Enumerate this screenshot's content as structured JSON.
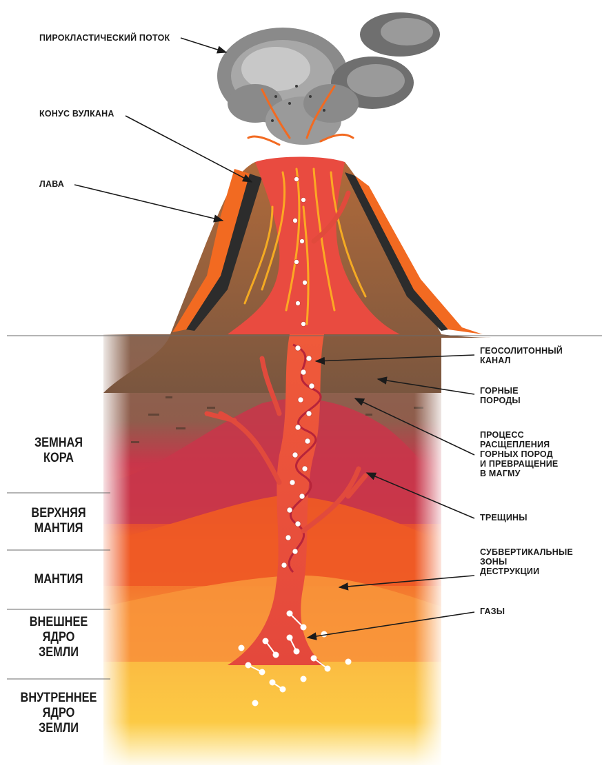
{
  "colors": {
    "ash_cloud": "#9a9a9a",
    "ash_cloud_light": "#c8c8c8",
    "ash_cloud_dark": "#6f6f6f",
    "lava": "#f26a21",
    "lava_bright": "#ffb320",
    "volcano_rock": "#8c6245",
    "volcano_rock_dark": "#2c2c2c",
    "crust": "#8a6550",
    "upper_mantle": "#c8364a",
    "mantle": "#ee5a25",
    "outer_core": "#f8943a",
    "inner_core": "#fde24a",
    "channel": "#e94b40",
    "gas_bubble": "#ffffff"
  },
  "labels": {
    "pyroclastic_flow": "ПИРОКЛАСТИЧЕСКИЙ ПОТОК",
    "volcano_cone": "КОНУС ВУЛКАНА",
    "lava": "ЛАВА",
    "geosoliton_channel": [
      "ГЕОСОЛИТОННЫЙ",
      "КАНАЛ"
    ],
    "rocks": [
      "ГОРНЫЕ",
      "ПОРОДЫ"
    ],
    "rock_splitting": [
      "ПРОЦЕСС",
      "РАСЩЕПЛЕНИЯ",
      "ГОРНЫХ ПОРОД",
      "И ПРЕВРАЩЕНИЕ",
      "В МАГМУ"
    ],
    "cracks": "ТРЕЩИНЫ",
    "subvertical_zones": [
      "СУБВЕРТИКАЛЬНЫЕ",
      "ЗОНЫ",
      "ДЕСТРУКЦИИ"
    ],
    "gases": "ГАЗЫ"
  },
  "layers": {
    "crust": [
      "ЗЕМНАЯ",
      "КОРА"
    ],
    "upper_mantle": [
      "ВЕРХНЯЯ",
      "МАНТИЯ"
    ],
    "mantle": [
      "МАНТИЯ"
    ],
    "outer_core": [
      "ВНЕШНЕЕ",
      "ЯДРО",
      "ЗЕМЛИ"
    ],
    "inner_core": [
      "ВНУТРЕННЕЕ",
      "ЯДРО",
      "ЗЕМЛИ"
    ]
  }
}
